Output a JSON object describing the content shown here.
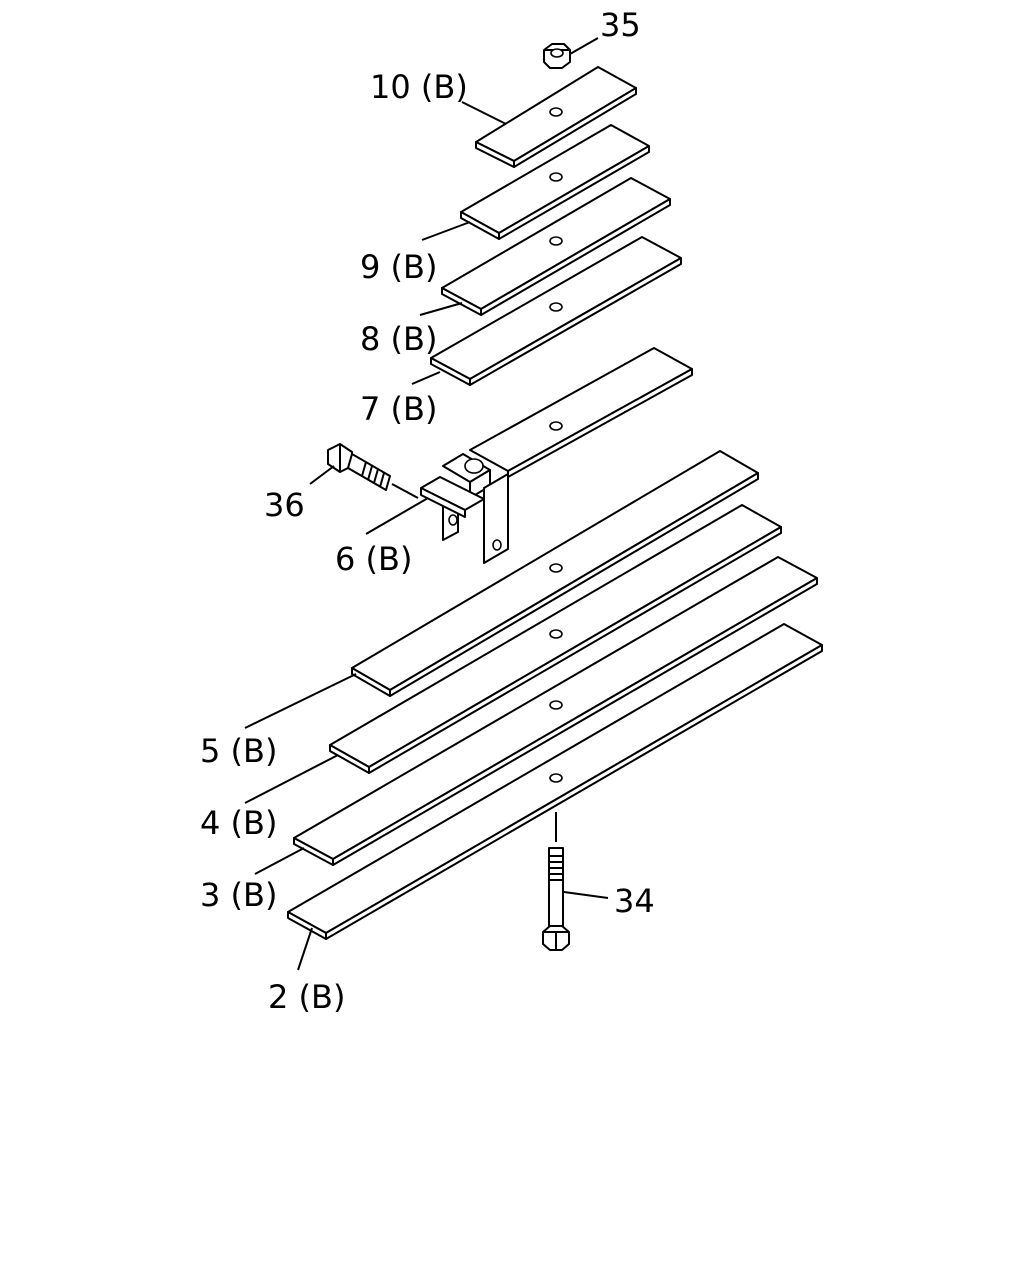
{
  "labels": {
    "p35": "35",
    "p10": "10 (B)",
    "p9": "9 (B)",
    "p8": "8 (B)",
    "p7": "7 (B)",
    "p36": "36",
    "p6": "6 (B)",
    "p5": "5 (B)",
    "p4": "4 (B)",
    "p3": "3 (B)",
    "p2": "2 (B)",
    "p34": "34"
  },
  "colors": {
    "line": "#000000",
    "background": "#ffffff"
  }
}
